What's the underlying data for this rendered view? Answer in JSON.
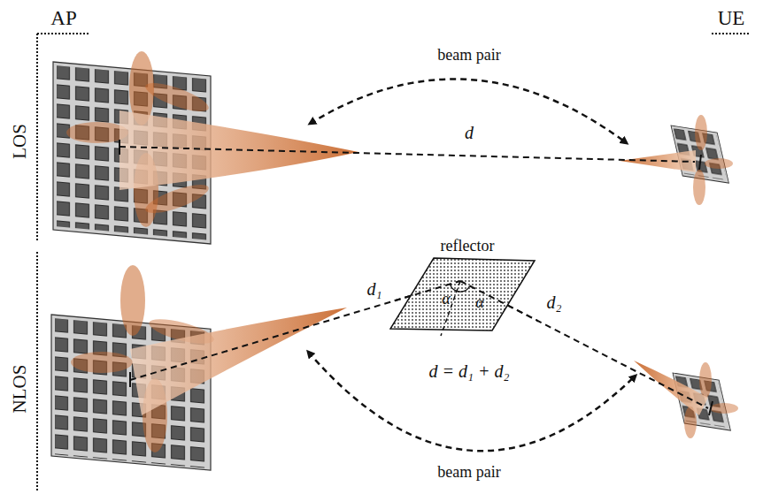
{
  "diagram": {
    "nodes": [
      {
        "text": [
          "reflector",
          "α",
          "α"
        ]
      }
    ],
    "labels": [
      "AP",
      "UE",
      "LOS",
      "beam pair",
      "d",
      "NLOS",
      "d₁",
      "d₂",
      "d = d₁ + d₂",
      "beam pair"
    ]
  }
}
